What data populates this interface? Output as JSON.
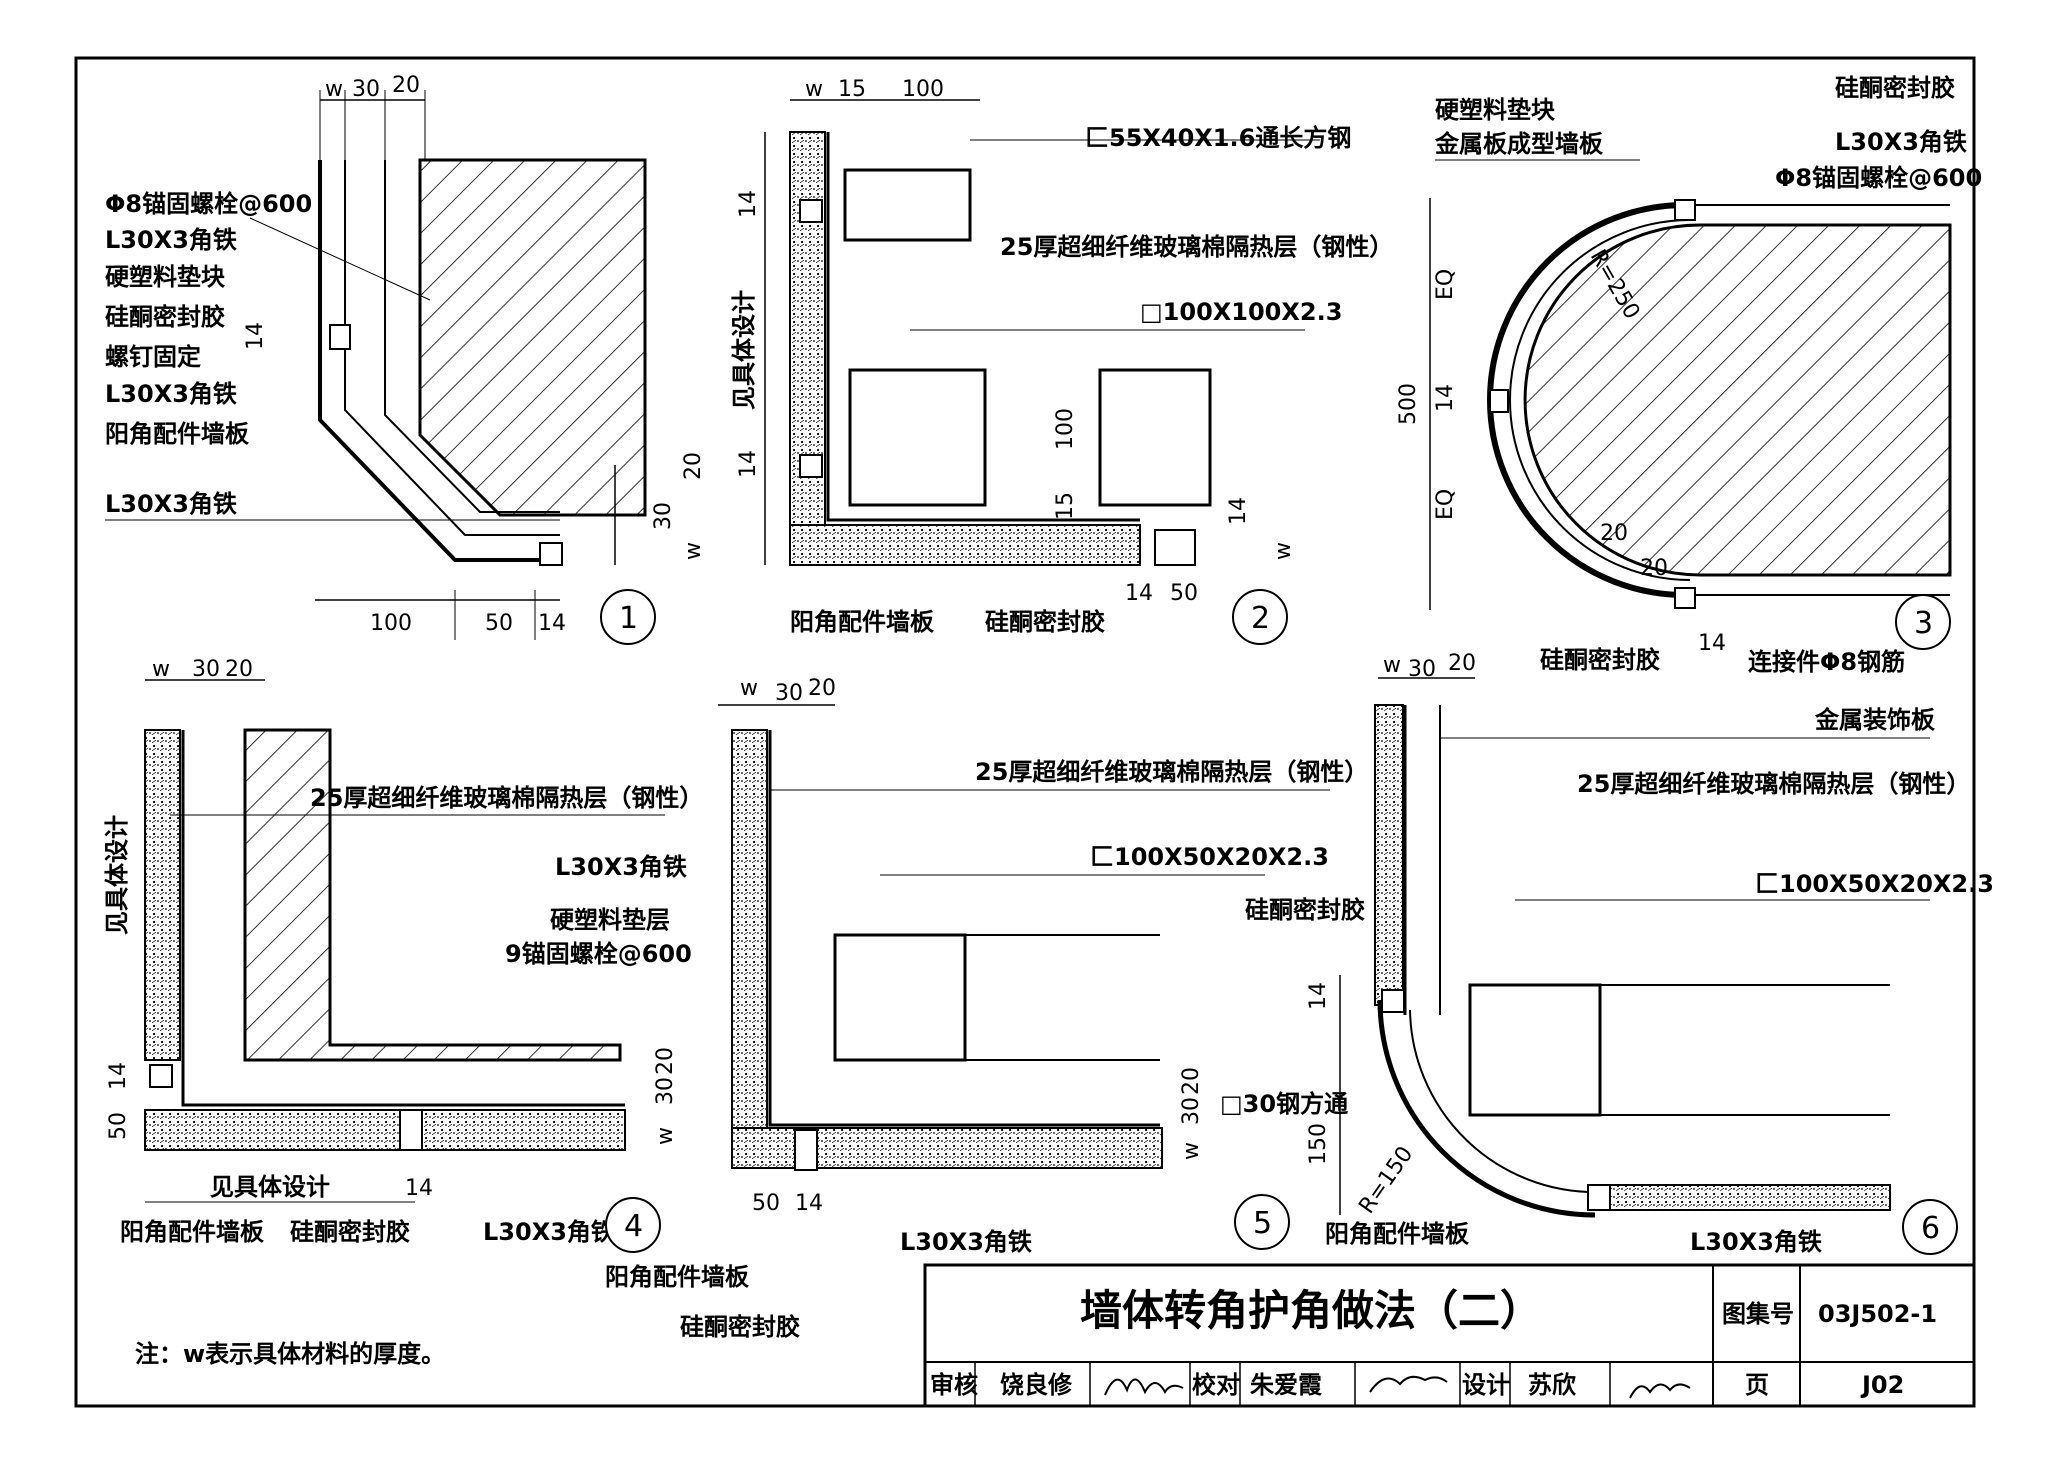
{
  "title_block": {
    "title": "墙体转角护角做法（二）",
    "atlas_label": "图集号",
    "atlas_no": "03J502-1",
    "page_label": "页",
    "page_no": "J02",
    "review_label": "审核",
    "review_name": "饶良修",
    "check_label": "校对",
    "check_name": "朱爱霞",
    "design_label": "设计",
    "design_name": "苏欣"
  },
  "note": "注：w表示具体材料的厚度。",
  "details": [
    {
      "no": "1",
      "labels": [
        "Φ8锚固螺栓@600",
        "L30X3角铁",
        "硬塑料垫块",
        "硅酮密封胶",
        "螺钉固定",
        "L30X3角铁",
        "阳角配件墙板",
        "L30X3角铁"
      ],
      "dims": [
        "w",
        "30",
        "20",
        "14",
        "20",
        "30",
        "w",
        "100",
        "50",
        "14"
      ]
    },
    {
      "no": "2",
      "labels": [
        "匚55X40X1.6通长方钢",
        "25厚超细纤维玻璃棉隔热层（钢性）",
        "□100X100X2.3",
        "见具体设计",
        "阳角配件墙板",
        "硅酮密封胶"
      ],
      "dims": [
        "w",
        "15",
        "100",
        "14",
        "14",
        "100",
        "15",
        "14",
        "w",
        "14",
        "50"
      ]
    },
    {
      "no": "3",
      "labels": [
        "硬塑料垫块",
        "金属板成型墙板",
        "硅酮密封胶",
        "L30X3角铁",
        "Φ8锚固螺栓@600",
        "R=250",
        "硅酮密封胶",
        "连接件Φ8钢筋"
      ],
      "dims": [
        "EQ",
        "500",
        "14",
        "EQ",
        "20",
        "20",
        "14"
      ]
    },
    {
      "no": "4",
      "labels": [
        "25厚超细纤维玻璃棉隔热层（钢性）",
        "L30X3角铁",
        "硬塑料垫层",
        "9锚固螺栓@600",
        "见具体设计",
        "见具体设计",
        "阳角配件墙板",
        "硅酮密封胶",
        "L30X3角铁"
      ],
      "dims": [
        "w",
        "30",
        "20",
        "14",
        "50",
        "20",
        "30",
        "w",
        "14"
      ]
    },
    {
      "no": "5",
      "labels": [
        "25厚超细纤维玻璃棉隔热层（钢性）",
        "匚100X50X20X2.3",
        "□30钢方通",
        "L30X3角铁",
        "阳角配件墙板",
        "硅酮密封胶"
      ],
      "dims": [
        "w",
        "30",
        "20",
        "20",
        "30",
        "w",
        "50",
        "14"
      ]
    },
    {
      "no": "6",
      "labels": [
        "金属装饰板",
        "25厚超细纤维玻璃棉隔热层（钢性）",
        "匚100X50X20X2.3",
        "硅酮密封胶",
        "R=150",
        "阳角配件墙板",
        "L30X3角铁"
      ],
      "dims": [
        "w",
        "30",
        "20",
        "14",
        "150"
      ]
    }
  ]
}
